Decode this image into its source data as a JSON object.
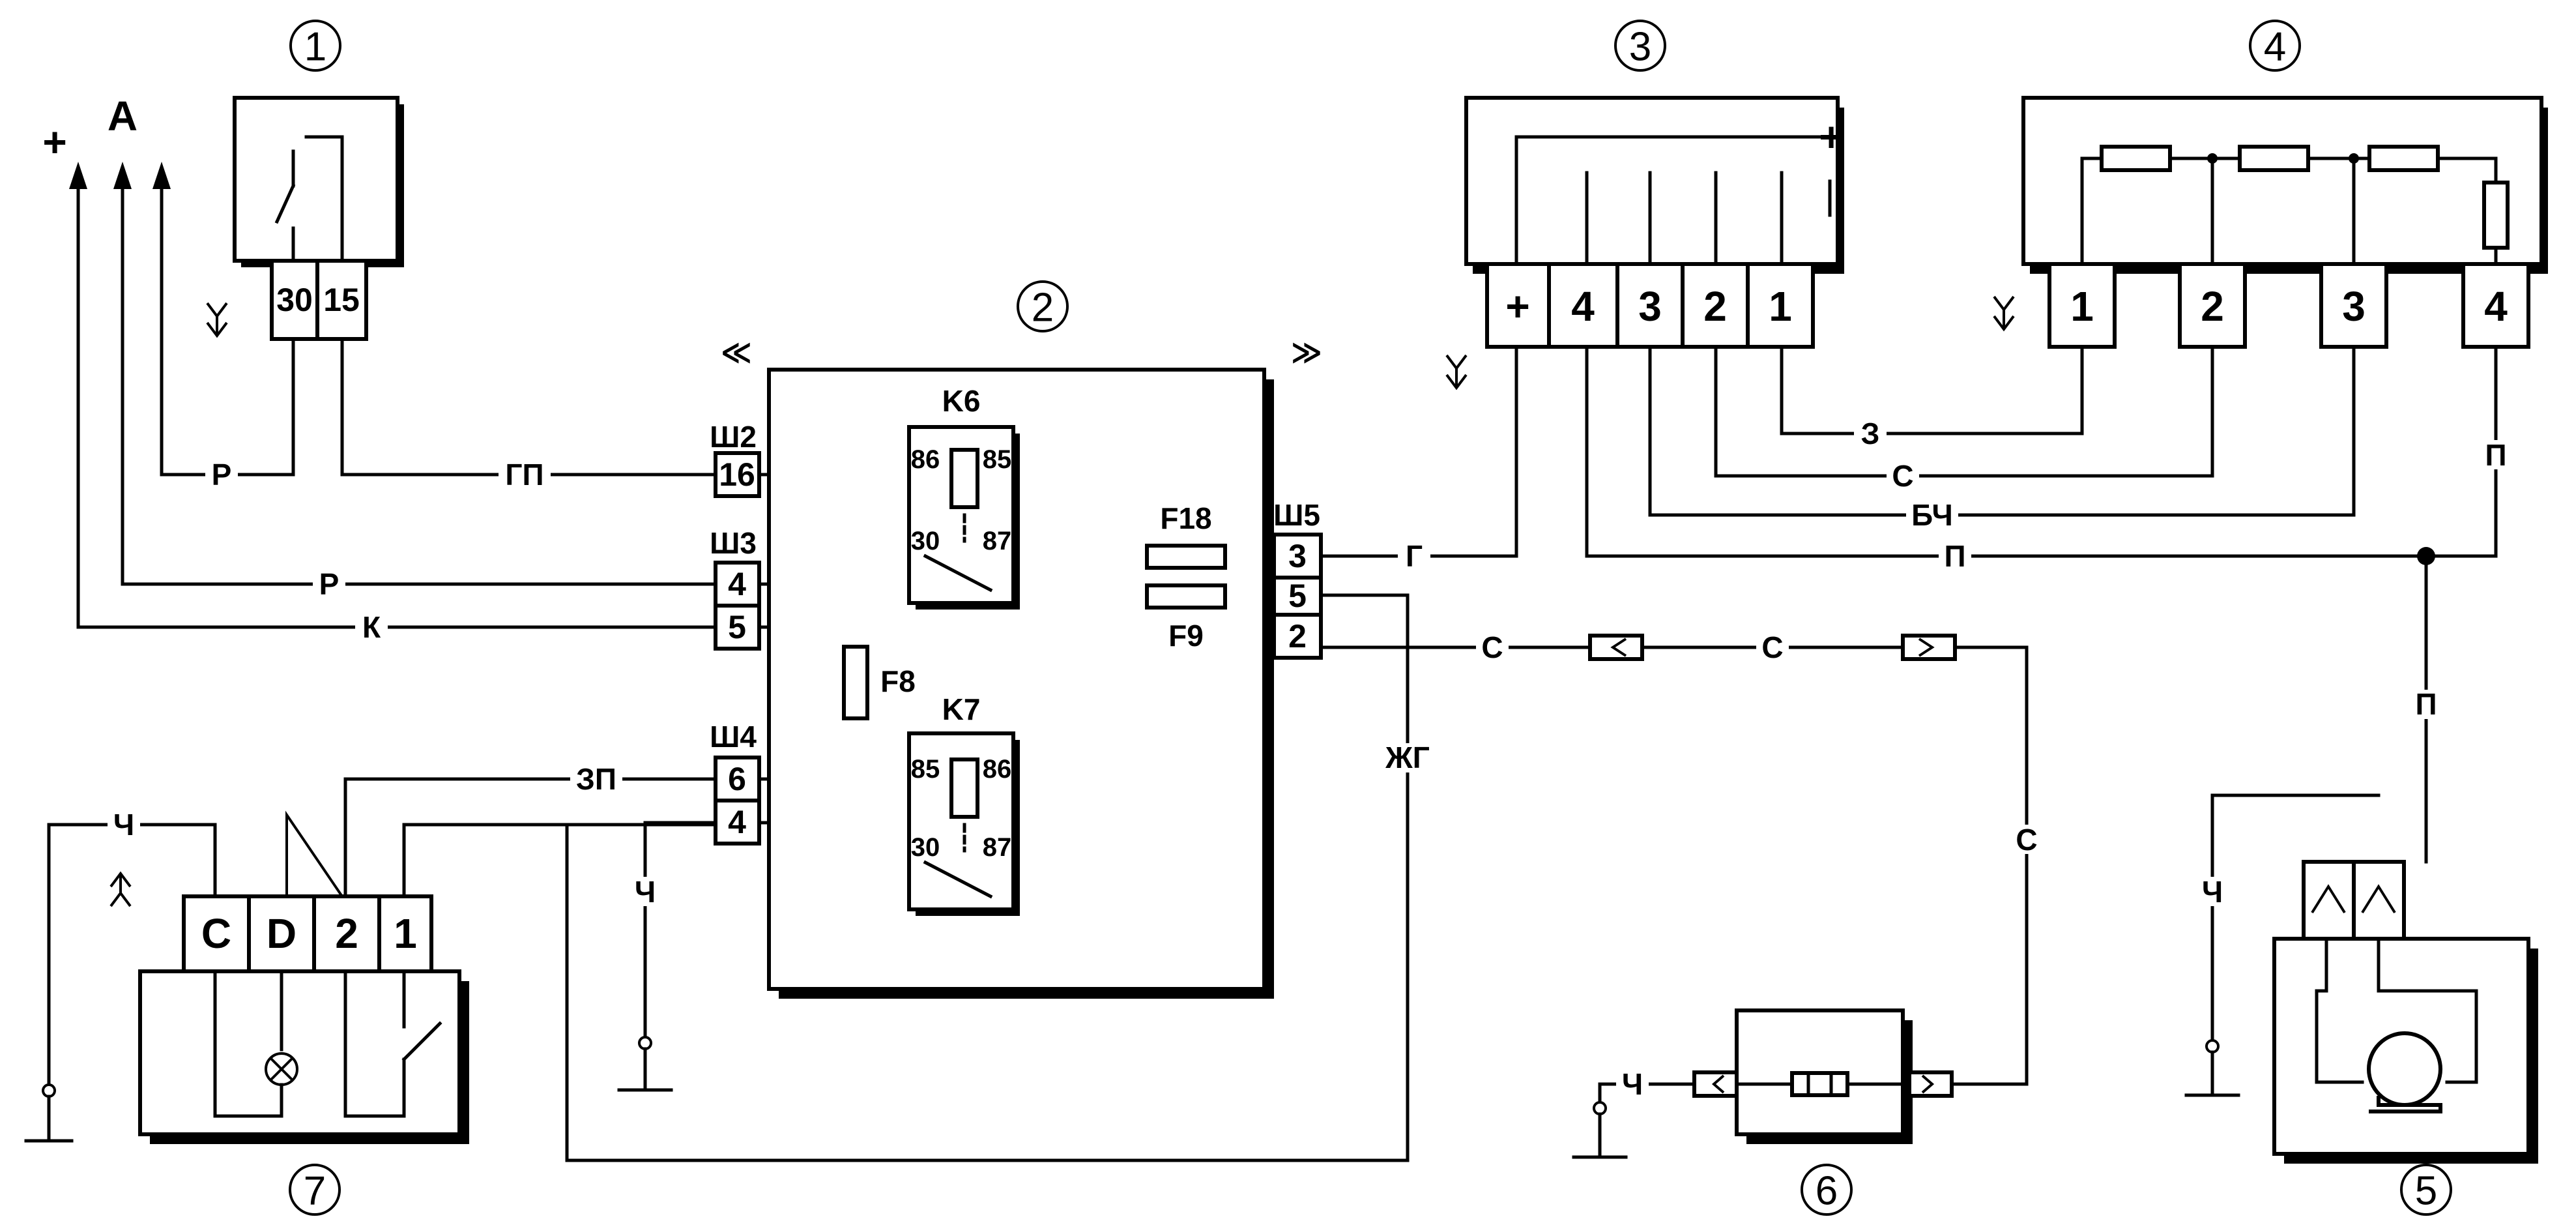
{
  "components": [
    {
      "id": "1",
      "name": "ignition-switch",
      "pins": [
        "30",
        "15"
      ]
    },
    {
      "id": "2",
      "name": "relay-fuse-block",
      "relays": [
        "K6",
        "K7"
      ],
      "fuses": [
        "F18",
        "F9",
        "F8"
      ],
      "connectors": {
        "sh2": "Ш2",
        "sh3": "Ш3",
        "sh4": "Ш4",
        "sh5": "Ш5"
      },
      "connector_pins": {
        "sh2": [
          "16"
        ],
        "sh3": [
          "4",
          "5"
        ],
        "sh4": [
          "6",
          "4"
        ],
        "sh5": [
          "3",
          "5",
          "2"
        ]
      },
      "relay_pins": [
        "86",
        "85",
        "30",
        "87"
      ]
    },
    {
      "id": "3",
      "name": "heater-switch",
      "pins": [
        "+",
        "4",
        "3",
        "2",
        "1"
      ],
      "internal_mark": "+"
    },
    {
      "id": "4",
      "name": "resistor-block",
      "pins": [
        "1",
        "2",
        "3",
        "4"
      ]
    },
    {
      "id": "5",
      "name": "fan-motor"
    },
    {
      "id": "6",
      "name": "inline-fuse"
    },
    {
      "id": "7",
      "name": "switch-with-lamp",
      "pins": [
        "C",
        "D",
        "2",
        "1"
      ]
    }
  ],
  "power_labels": {
    "plus": "+",
    "a": "A"
  },
  "wire_labels": {
    "r_top": "Р",
    "gp": "ГП",
    "r_mid": "Р",
    "k": "К",
    "zp": "ЗП",
    "ch_left": "Ч",
    "ch_mid": "Ч",
    "g": "Г",
    "z": "З",
    "s_sw": "С",
    "bch": "БЧ",
    "p_sw": "П",
    "p_top": "П",
    "p_down": "П",
    "s1": "С",
    "s2": "С",
    "s3": "С",
    "zhg": "ЖГ",
    "ch_fuse": "Ч",
    "ch_motor": "Ч"
  }
}
